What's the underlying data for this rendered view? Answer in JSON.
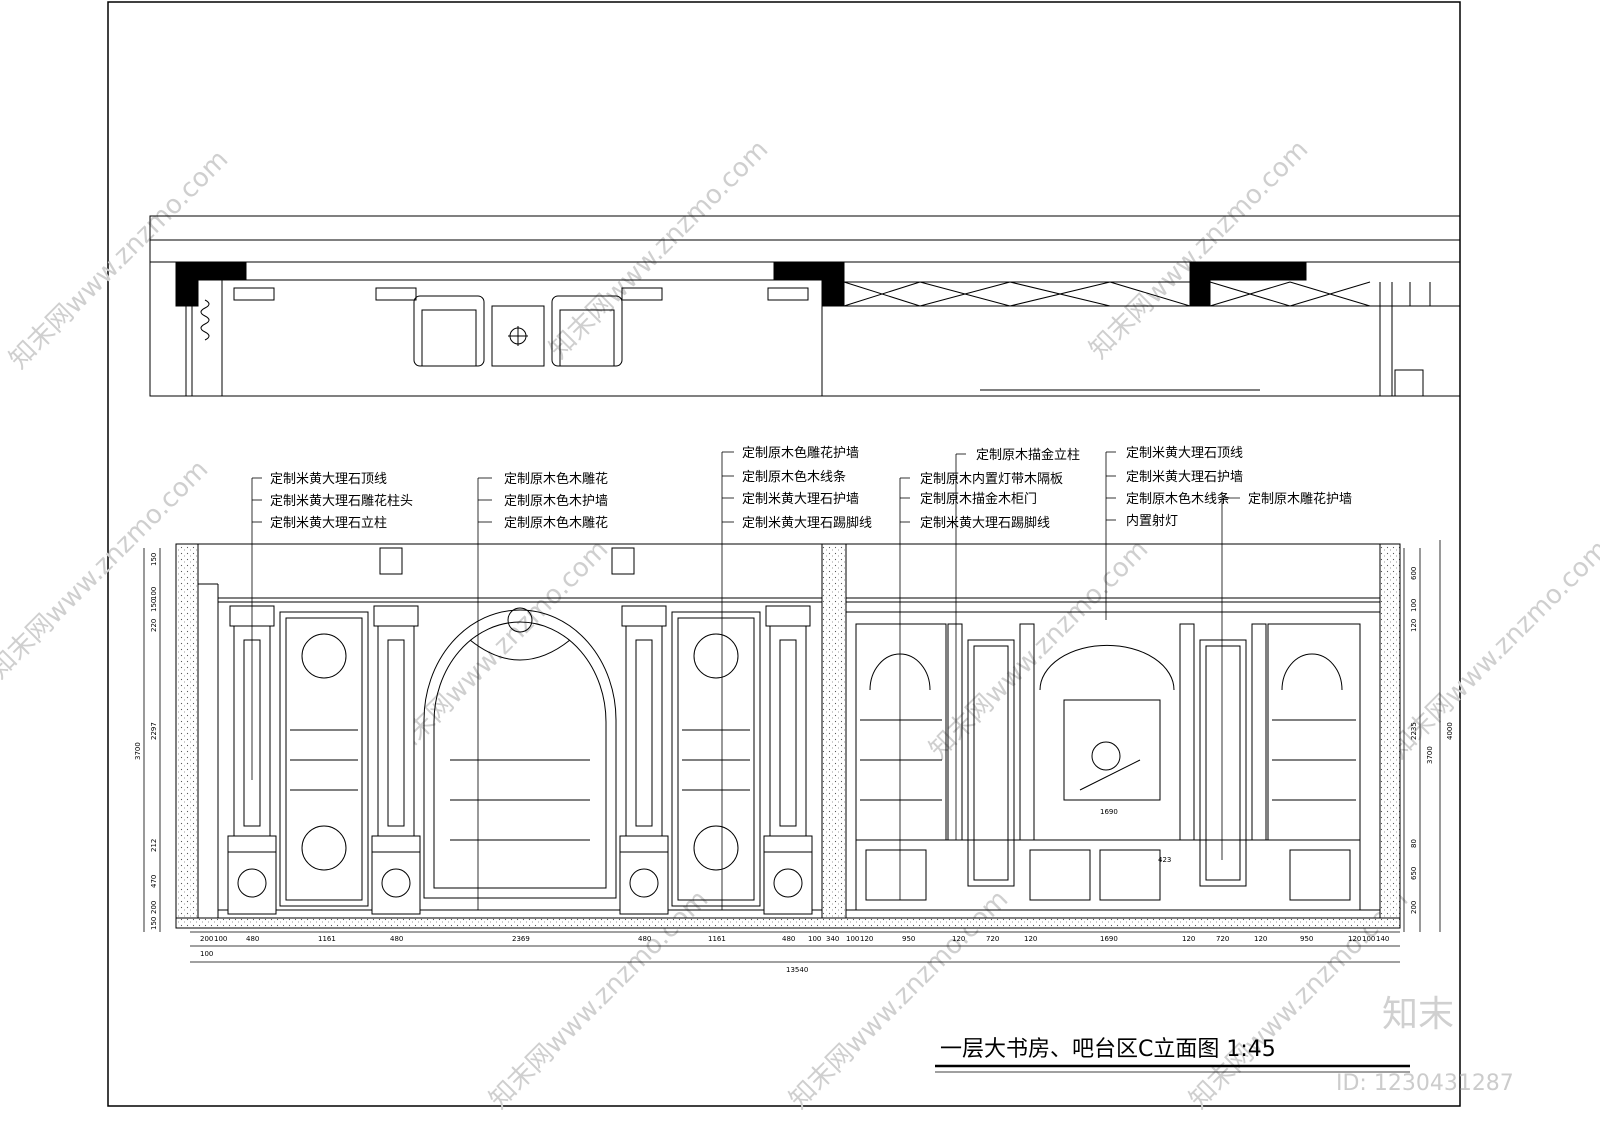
{
  "title": "一层大书房、吧台区C立面图 1:45",
  "watermark": "知末网www.znzmo.com",
  "brand": "知末",
  "image_id": "ID: 1230431287",
  "callouts": {
    "g1": [
      "定制米黄大理石顶线",
      "定制米黄大理石雕花柱头",
      "定制米黄大理石立柱"
    ],
    "g2": [
      "定制原木色木雕花",
      "定制原木色木护墙",
      "定制原木色木雕花"
    ],
    "g3": [
      "定制原木色雕花护墙",
      "定制原木色木线条",
      "定制米黄大理石护墙",
      "定制米黄大理石踢脚线"
    ],
    "g4top": "定制原木描金立柱",
    "g4": [
      "定制原木内置灯带木隔板",
      "定制原木描金木柜门",
      "定制米黄大理石踢脚线"
    ],
    "g5": [
      "定制米黄大理石顶线",
      "定制米黄大理石护墙",
      "定制原木色木线条",
      "内置射灯"
    ],
    "g5side": "定制原木雕花护墙"
  },
  "dims": {
    "bottom_row1": [
      "200",
      "100",
      "480",
      "1161",
      "480",
      "2369",
      "480",
      "1161",
      "480",
      "100",
      "340",
      "100",
      "120",
      "950",
      "120",
      "720",
      "120",
      "1690",
      "120",
      "720",
      "120",
      "950",
      "120",
      "100",
      "140"
    ],
    "bottom_row2_left": "100",
    "total": "13540",
    "left_vertical": [
      "150",
      "100",
      "150",
      "220",
      "2297",
      "212",
      "470",
      "200",
      "150"
    ],
    "left_total": "3700",
    "right_vertical": [
      "600",
      "100",
      "120",
      "2235",
      "80",
      "650",
      "200"
    ],
    "right_total": "3700",
    "right_overall": "4000",
    "mid_labels": [
      "1690",
      "423"
    ]
  }
}
